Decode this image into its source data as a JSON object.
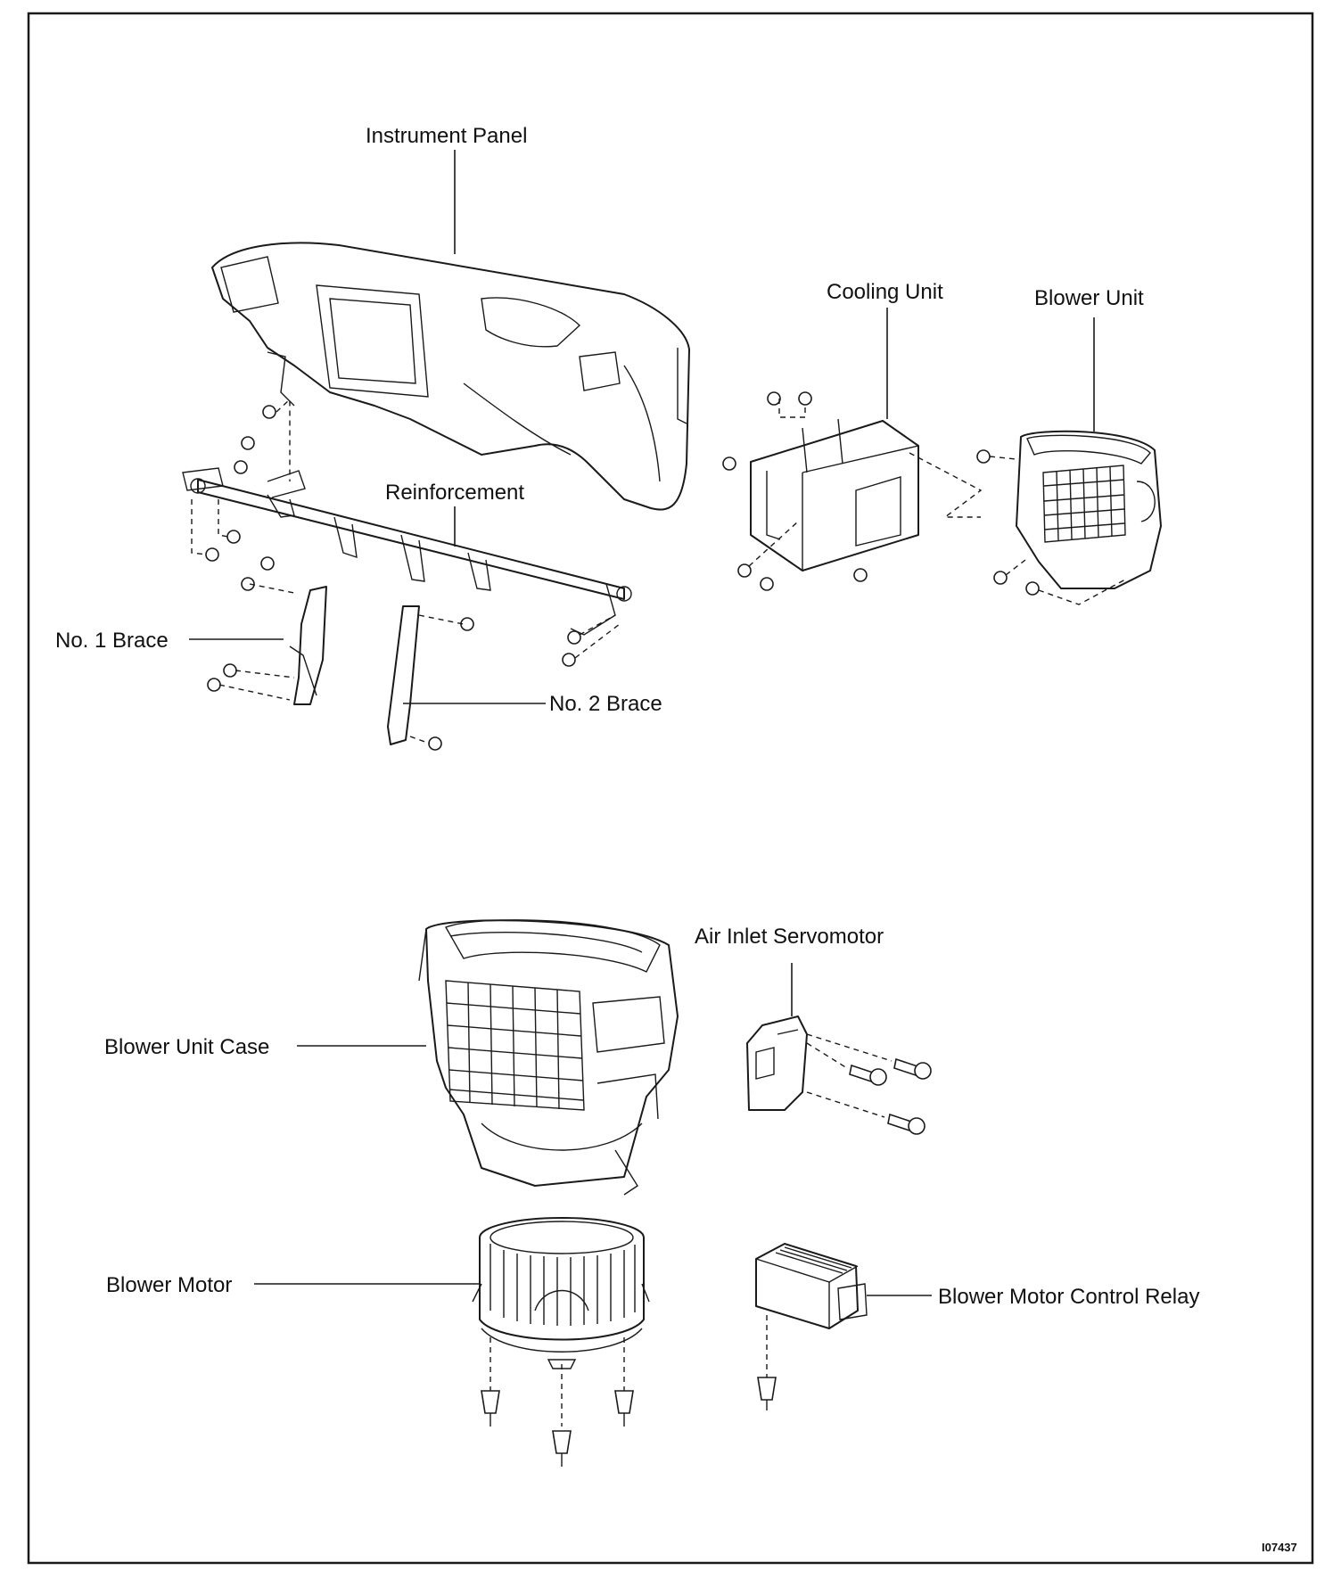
{
  "labels": {
    "instrument_panel": "Instrument Panel",
    "cooling_unit": "Cooling Unit",
    "blower_unit": "Blower Unit",
    "reinforcement": "Reinforcement",
    "no1_brace": "No. 1 Brace",
    "no2_brace": "No. 2 Brace",
    "air_inlet_servomotor": "Air Inlet Servomotor",
    "blower_unit_case": "Blower Unit Case",
    "blower_motor": "Blower Motor",
    "blower_motor_control_relay": "Blower Motor Control Relay"
  },
  "figure_ref": "I07437",
  "colors": {
    "line": "#1a1a1a",
    "background": "#ffffff"
  }
}
